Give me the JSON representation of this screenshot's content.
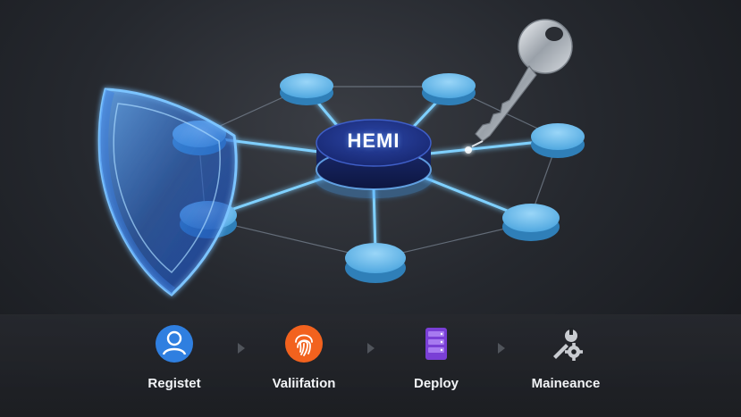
{
  "hub": {
    "label": "HEMI"
  },
  "steps": [
    {
      "label": "Registet",
      "icon": "user-icon"
    },
    {
      "label": "Valiifation",
      "icon": "fingerprint-icon"
    },
    {
      "label": "Deploy",
      "icon": "server-icon"
    },
    {
      "label": "Maineance",
      "icon": "tools-gear-icon"
    }
  ],
  "colors": {
    "node_blue": "#5bb8ee",
    "glow_blue": "#4aa8ff",
    "hub_navy": "#1b2f80",
    "user_blue": "#2f7fe0",
    "fingerprint_orange": "#f2621e",
    "server_purple": "#7a3fd6",
    "tools_gray": "#c9ccd1"
  }
}
